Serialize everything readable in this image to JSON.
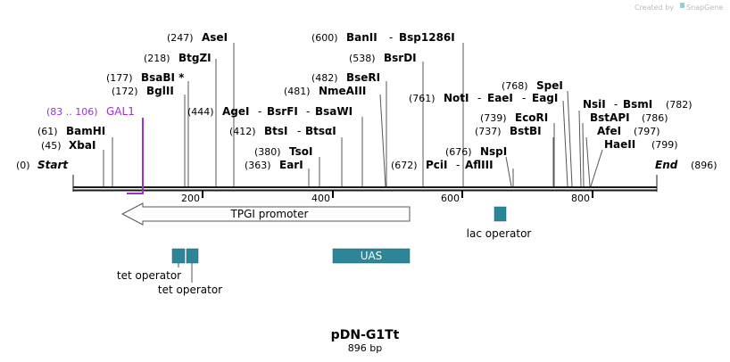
{
  "brand": {
    "prefix": "Created by",
    "name": "SnapGene"
  },
  "plasmid": {
    "name": "pDN-G1Tt",
    "length_label": "896 bp"
  },
  "ends": {
    "start_pos": "(0)",
    "start_label": "Start",
    "end_label": "End",
    "end_pos": "(896)"
  },
  "ticks": [
    "200",
    "400",
    "600",
    "800"
  ],
  "sites": [
    {
      "pos": "(45)",
      "names": [
        "XbaI"
      ]
    },
    {
      "pos": "(61)",
      "names": [
        "BamHI"
      ]
    },
    {
      "pos": "(172)",
      "names": [
        "BglII"
      ]
    },
    {
      "pos": "(177)",
      "names": [
        "BsaBI *"
      ]
    },
    {
      "pos": "(218)",
      "names": [
        "BtgZI"
      ]
    },
    {
      "pos": "(247)",
      "names": [
        "AseI"
      ]
    },
    {
      "pos": "(363)",
      "names": [
        "EarI"
      ]
    },
    {
      "pos": "(380)",
      "names": [
        "TsoI"
      ]
    },
    {
      "pos": "(412)",
      "names": [
        "BtsI",
        "BtsαI"
      ]
    },
    {
      "pos": "(444)",
      "names": [
        "AgeI",
        "BsrFI",
        "BsaWI"
      ]
    },
    {
      "pos": "(481)",
      "names": [
        "NmeAIII"
      ]
    },
    {
      "pos": "(482)",
      "names": [
        "BseRI"
      ]
    },
    {
      "pos": "(538)",
      "names": [
        "BsrDI"
      ]
    },
    {
      "pos": "(600)",
      "names": [
        "BanII",
        "Bsp1286I"
      ]
    },
    {
      "pos": "(672)",
      "names": [
        "PciI",
        "AflIII"
      ]
    },
    {
      "pos": "(676)",
      "names": [
        "NspI"
      ]
    },
    {
      "pos": "(737)",
      "names": [
        "BstBI"
      ]
    },
    {
      "pos": "(739)",
      "names": [
        "EcoRI"
      ]
    },
    {
      "pos": "(761)",
      "names": [
        "NotI",
        "EaeI",
        "EagI"
      ]
    },
    {
      "pos": "(768)",
      "names": [
        "SpeI"
      ]
    },
    {
      "pos": "(782)",
      "names": [
        "NsiI",
        "BsmI"
      ]
    },
    {
      "pos": "(786)",
      "names": [
        "BstAPI"
      ]
    },
    {
      "pos": "(797)",
      "names": [
        "AfeI"
      ]
    },
    {
      "pos": "(799)",
      "names": [
        "HaeII"
      ]
    }
  ],
  "primer": {
    "range": "(83 .. 106)",
    "name": "GAL1"
  },
  "features": {
    "promoter": "TPGI promoter",
    "lac": "lac operator",
    "tet1": "tet operator",
    "tet2": "tet operator",
    "uas": "UAS"
  },
  "colors": {
    "feature": "#2e8597",
    "primer": "#9933cc",
    "backbone": "#1a1a1a"
  }
}
